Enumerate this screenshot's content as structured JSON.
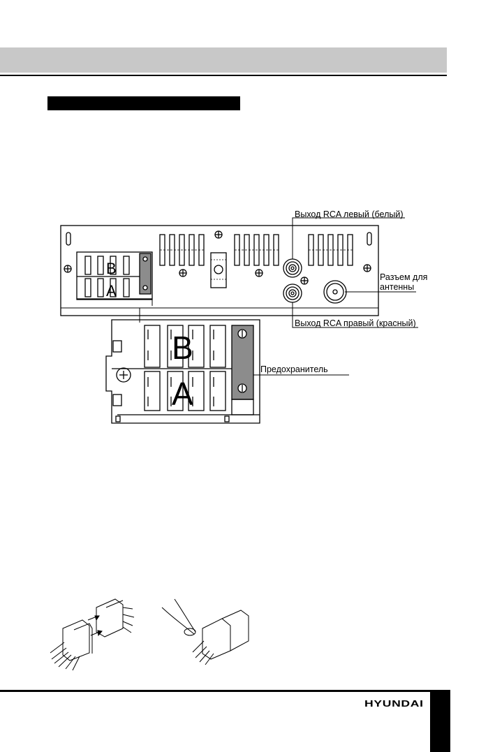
{
  "labels": {
    "rca_left": "Выход RCA левый (белый)",
    "antenna": "Разъем для\nантенны",
    "rca_right": "Выход RCA правый (красный)",
    "fuse": "Предохранитель"
  },
  "connector_letters": {
    "block_b": "B",
    "block_a": "A"
  },
  "brand": "HYUNDAI",
  "colors": {
    "header_band": "#c8c8c8",
    "fuse_fill": "#8c8c8c",
    "ink": "#000000"
  }
}
